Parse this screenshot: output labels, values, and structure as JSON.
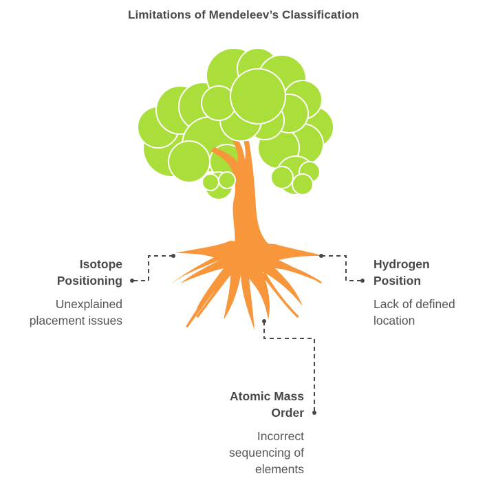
{
  "title": "Limitations of Mendeleev’s Classification",
  "colors": {
    "foliage": "#a9de3b",
    "trunk": "#f7963a",
    "connector": "#484848",
    "text": "#484848"
  },
  "limitations": [
    {
      "id": "isotope",
      "heading": [
        "Isotope",
        "Positioning"
      ],
      "description": [
        "Unexplained",
        "placement issues"
      ]
    },
    {
      "id": "hydrogen",
      "heading": [
        "Hydrogen",
        "Position"
      ],
      "description": [
        "Lack of defined",
        "location"
      ]
    },
    {
      "id": "atomic-mass",
      "heading": [
        "Atomic Mass",
        "Order"
      ],
      "description": [
        "Incorrect",
        "sequencing of",
        "elements"
      ]
    }
  ]
}
